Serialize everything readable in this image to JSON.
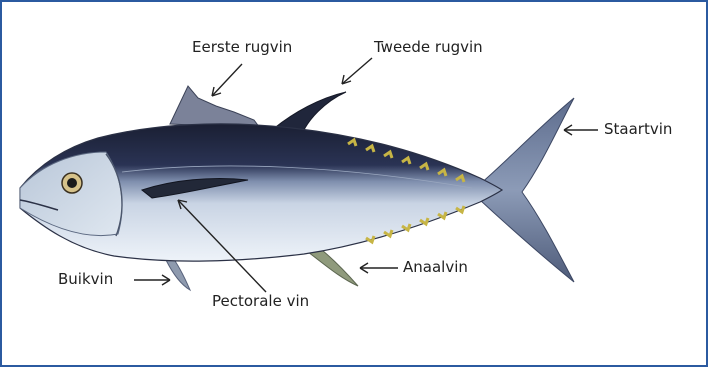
{
  "labels": {
    "first_dorsal": "Eerste rugvin",
    "second_dorsal": "Tweede rugvin",
    "caudal": "Staartvin",
    "ventral": "Buikvin",
    "pectoral": "Pectorale vin",
    "anal": "Anaalvin"
  },
  "colors": {
    "frame": "#2b5aa0",
    "back": "#1e2336",
    "belly": "#e4ecf5",
    "fin_yellow": "#d7c34a"
  }
}
